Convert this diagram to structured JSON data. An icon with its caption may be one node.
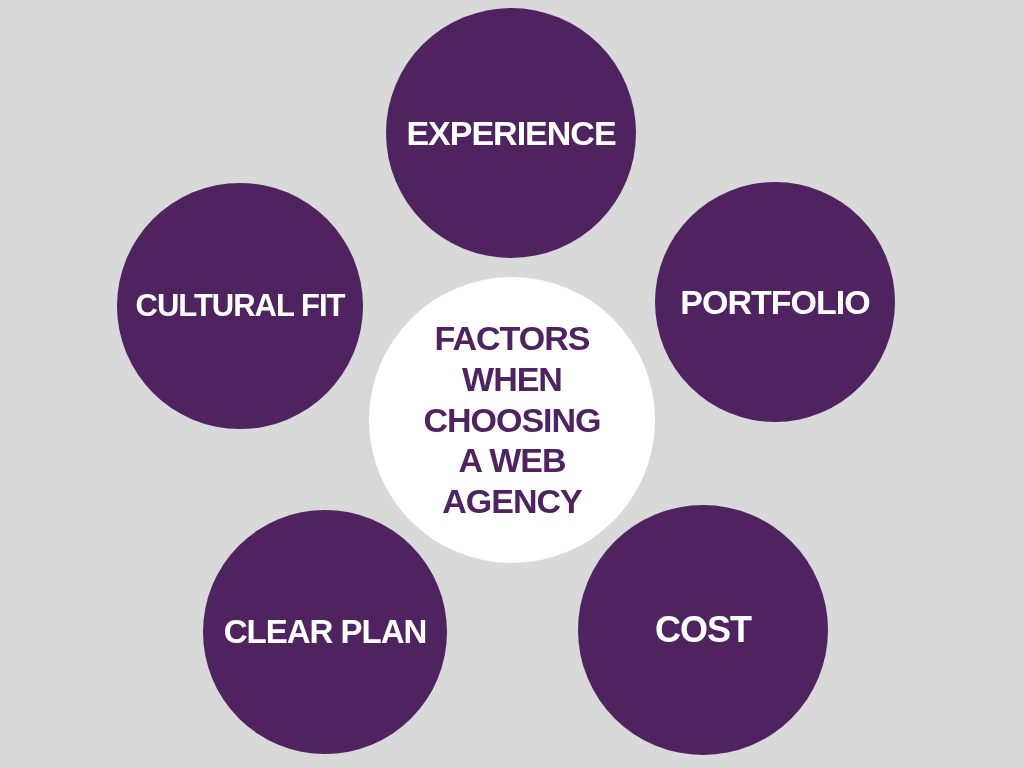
{
  "diagram": {
    "nodes": [
      {
        "text": [
          "EXPERIENCE"
        ]
      },
      {
        "text": [
          "CULTURAL FIT"
        ]
      },
      {
        "text": [
          "FACTORS WHEN CHOOSING A WEB AGENCY"
        ]
      },
      {
        "text": [
          "PORTFOLIO"
        ]
      },
      {
        "text": [
          "CLEAR PLAN"
        ]
      },
      {
        "text": [
          "COST"
        ]
      }
    ]
  }
}
